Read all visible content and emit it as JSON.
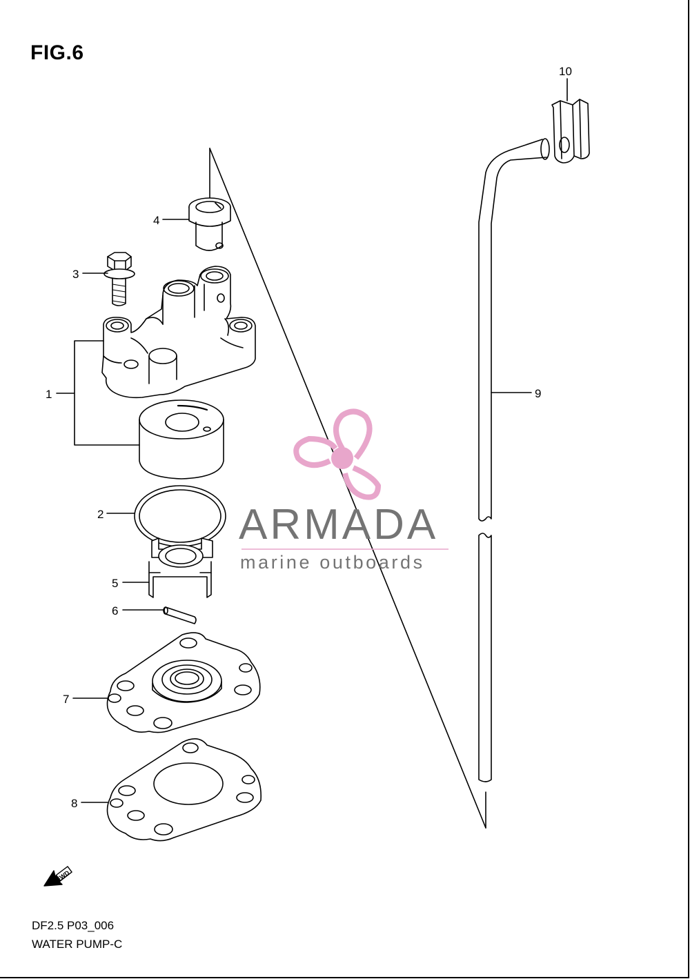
{
  "figure": {
    "title": "FIG.6",
    "model_code": "DF2.5 P03_006",
    "section_name": "WATER PUMP-C"
  },
  "callouts": {
    "c1": "1",
    "c2": "2",
    "c3": "3",
    "c4": "4",
    "c5": "5",
    "c6": "6",
    "c7": "7",
    "c8": "8",
    "c9": "9",
    "c10": "10"
  },
  "fwd_arrow_label": "FWD",
  "watermark": {
    "name": "ARMADA",
    "tagline": "marine outboards",
    "logo_color": "#e8a6cb",
    "text_color": "#747474"
  },
  "colors": {
    "line": "#000000",
    "background": "#ffffff"
  }
}
